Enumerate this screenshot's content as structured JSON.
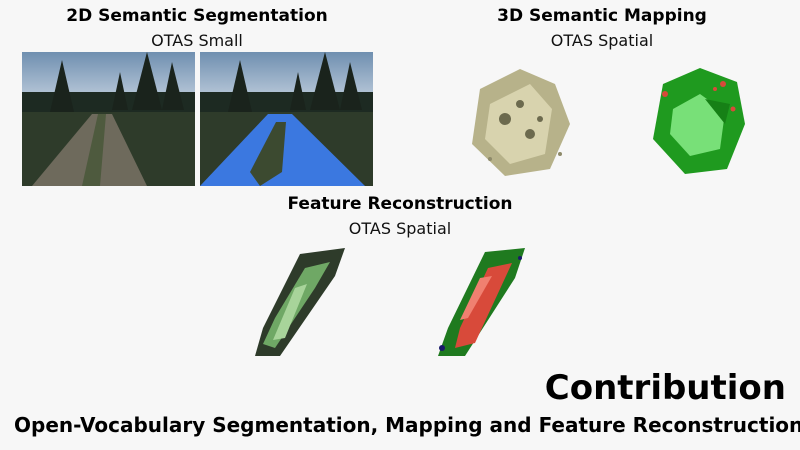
{
  "sections": {
    "seg2d": {
      "title": "2D Semantic Segmentation",
      "subtitle": "OTAS Small"
    },
    "map3d": {
      "title": "3D Semantic Mapping",
      "subtitle": "OTAS Spatial"
    },
    "feature": {
      "title": "Feature Reconstruction",
      "subtitle": "OTAS Spatial"
    }
  },
  "footer": {
    "heading": "Contribution",
    "tagline": "Open-Vocabulary Segmentation, Mapping and Feature Reconstruction"
  },
  "colors": {
    "segmentation_overlay": "#3b78e0",
    "map_green": "#1f9a1f",
    "map_red": "#d84a3a",
    "map_light_green": "#78e078",
    "pointcloud_beige": "#c9c39a"
  }
}
